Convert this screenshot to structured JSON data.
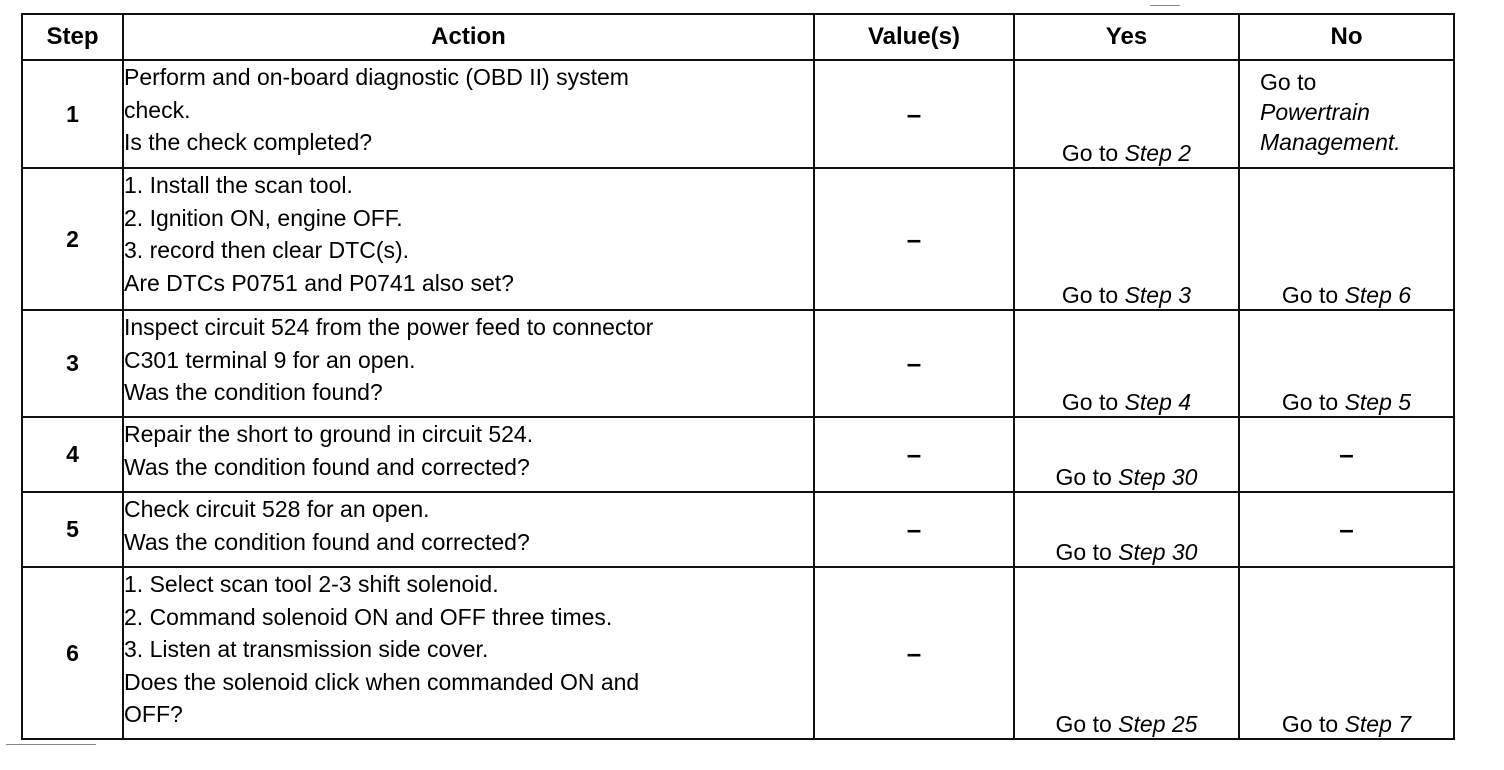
{
  "headers": {
    "step": "Step",
    "action": "Action",
    "values": "Value(s)",
    "yes": "Yes",
    "no": "No"
  },
  "rows": [
    {
      "step": "1",
      "action_lines": [
        "Perform and on-board diagnostic (OBD II) system",
        "check.",
        "Is the check completed?"
      ],
      "value": "–",
      "yes_prefix": "Go to ",
      "yes_ref": "Step 2",
      "no_lines": [
        "Go to",
        "Powertrain",
        "Management."
      ]
    },
    {
      "step": "2",
      "action_lines": [
        "1. Install the scan tool.",
        "2. Ignition ON, engine OFF.",
        "3. record then clear DTC(s).",
        "Are DTCs P0751 and P0741 also set?"
      ],
      "value": "–",
      "yes_prefix": "Go to ",
      "yes_ref": "Step 3",
      "no_prefix": "Go to ",
      "no_ref": "Step 6"
    },
    {
      "step": "3",
      "action_lines": [
        "Inspect circuit 524 from the power feed to connector",
        "C301 terminal 9 for an open.",
        "Was the condition found?"
      ],
      "value": "–",
      "yes_prefix": "Go to ",
      "yes_ref": "Step 4",
      "no_prefix": "Go to ",
      "no_ref": "Step 5"
    },
    {
      "step": "4",
      "action_lines": [
        "Repair the short to ground in circuit 524.",
        "Was the condition found and corrected?"
      ],
      "value": "–",
      "yes_prefix": "Go to ",
      "yes_ref": "Step 30",
      "no_dash": "–"
    },
    {
      "step": "5",
      "action_lines": [
        "Check circuit 528 for an open.",
        "Was the condition found and corrected?"
      ],
      "value": "–",
      "yes_prefix": "Go to ",
      "yes_ref": "Step 30",
      "no_dash": "–"
    },
    {
      "step": "6",
      "action_lines": [
        "1. Select scan tool 2-3 shift solenoid.",
        "2. Command solenoid ON and OFF three times.",
        "3. Listen at transmission side cover.",
        "Does the solenoid click when commanded ON and",
        "OFF?"
      ],
      "value": "–",
      "yes_prefix": "Go to ",
      "yes_ref": "Step 25",
      "no_prefix": "Go to ",
      "no_ref": "Step 7"
    }
  ]
}
